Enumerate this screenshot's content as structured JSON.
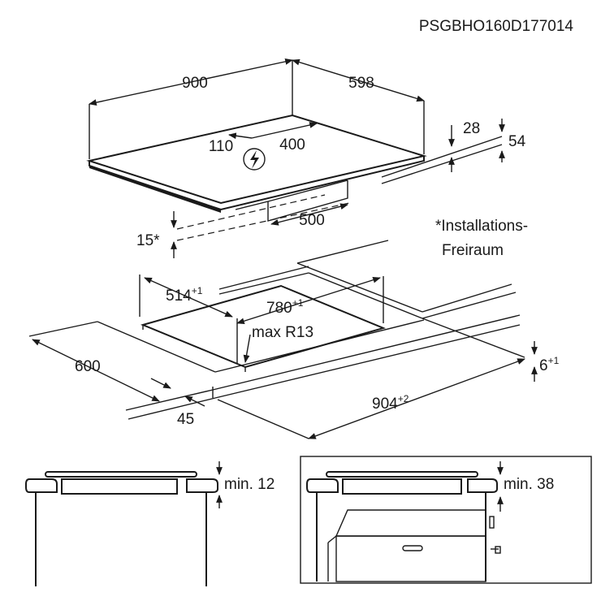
{
  "document_code": "PSGBHO160D177014",
  "note": {
    "line1": "*Installations-",
    "line2": "Freiraum"
  },
  "hob_dimensions": {
    "width": "900",
    "depth": "598",
    "conn_110": "110",
    "conn_400": "400",
    "thickness_28": "28",
    "thickness_54": "54",
    "clearance": "15*",
    "box_width": "500"
  },
  "cutout_dimensions": {
    "depth_base": "514",
    "depth_tol": "+1",
    "width_base": "780",
    "width_tol": "+1",
    "radius": "max R13",
    "worktop_depth": "600",
    "front_distance": "45",
    "rebate_base": "904",
    "rebate_tol": "+2",
    "rebate_depth_base": "6",
    "rebate_depth_tol": "+1"
  },
  "installation": {
    "left_min": "min. 12",
    "right_min": "min. 38"
  },
  "icons": {
    "power": "lightning-bolt-icon"
  }
}
